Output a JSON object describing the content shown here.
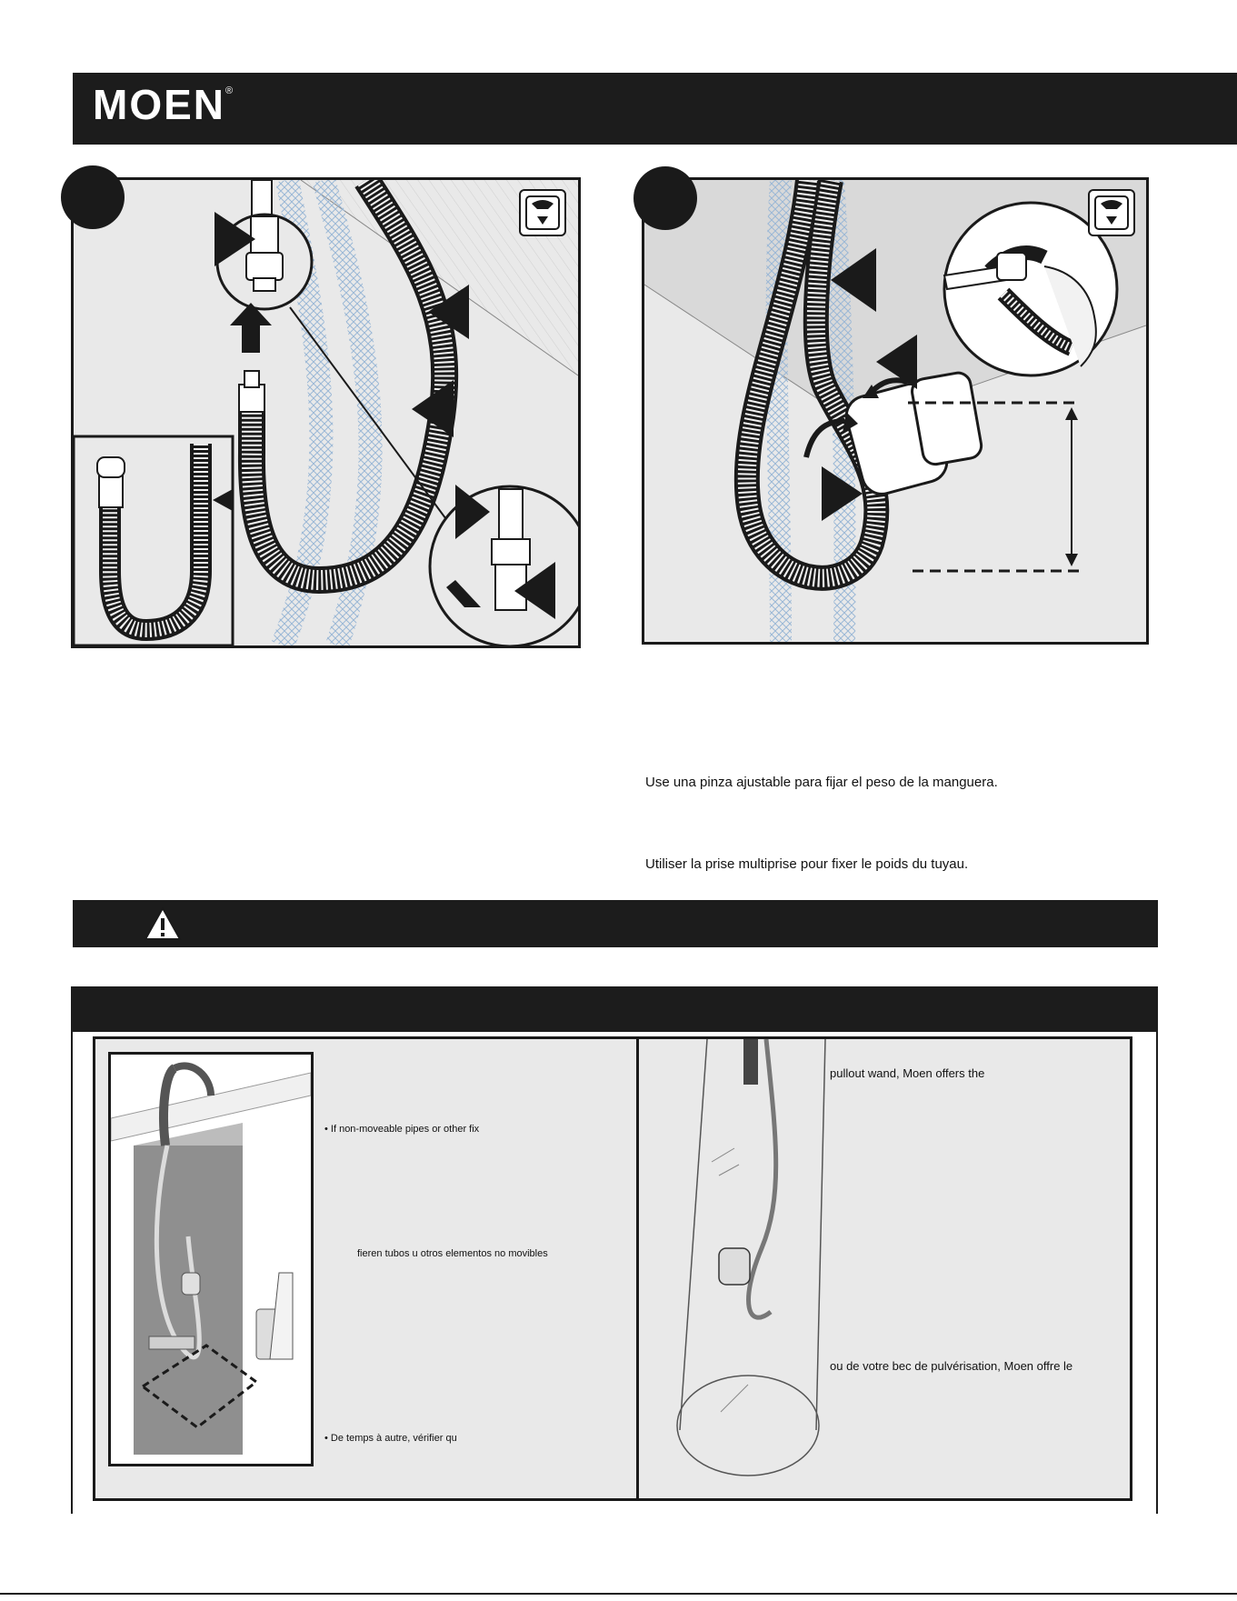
{
  "brand": {
    "name": "MOEN",
    "mark": "®"
  },
  "step_panels": [
    {
      "icon": "water-shutoff-icon"
    },
    {
      "icon": "water-shutoff-icon"
    }
  ],
  "instructions": {
    "spanish": "Use una pinza ajustable para fijar el peso de la manguera.",
    "french": "Utiliser la prise multiprise pour fixer le poids du tuyau."
  },
  "warning": {
    "icon": "warning-triangle-icon"
  },
  "care": {
    "left_texts": [
      "• If non-moveable pipes or other fix",
      "fieren tubos u otros elementos no movibles",
      "• De temps à autre, vérifier qu"
    ],
    "right_texts": [
      "pullout wand, Moen offers the",
      "ou de votre bec de pulvérisation, Moen offre le"
    ]
  },
  "colors": {
    "bar": "#1c1c1c",
    "panel": "#e9e9e9",
    "hose_braid": "#9bb8d6"
  }
}
